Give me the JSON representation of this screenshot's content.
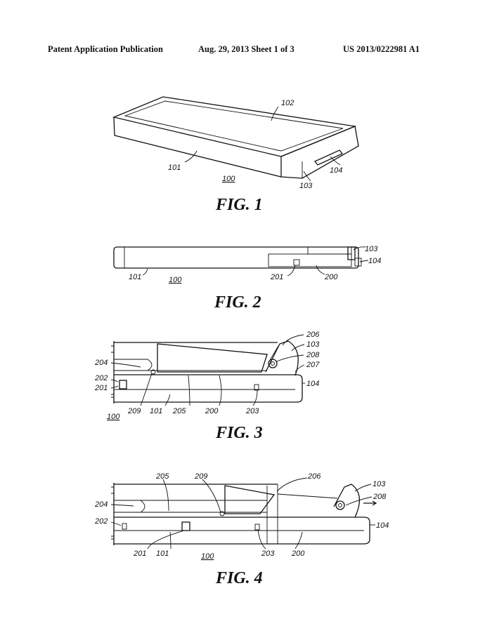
{
  "header": {
    "left": "Patent Application Publication",
    "middle": "Aug. 29, 2013  Sheet 1 of 3",
    "right": "US 2013/0222981 A1"
  },
  "fig1": {
    "caption": "FIG. 1",
    "labels": {
      "l102": "102",
      "l101": "101",
      "l104": "104",
      "l103": "103",
      "l100": "100"
    }
  },
  "fig2": {
    "caption": "FIG. 2",
    "labels": {
      "l103": "103",
      "l104": "104",
      "l101": "101",
      "l100": "100",
      "l201": "201",
      "l200": "200"
    }
  },
  "fig3": {
    "caption": "FIG. 3",
    "labels": {
      "l206": "206",
      "l103": "103",
      "l208": "208",
      "l207": "207",
      "l204": "204",
      "l202": "202",
      "l201": "201",
      "l104": "104",
      "l209": "209",
      "l101": "101",
      "l205": "205",
      "l200": "200",
      "l203": "203",
      "l100": "100"
    }
  },
  "fig4": {
    "caption": "FIG. 4",
    "labels": {
      "l205": "205",
      "l209": "209",
      "l206": "206",
      "l103": "103",
      "l204": "204",
      "l208": "208",
      "l202": "202",
      "l104": "104",
      "l201": "201",
      "l101": "101",
      "l100": "100",
      "l203": "203",
      "l200": "200"
    }
  }
}
